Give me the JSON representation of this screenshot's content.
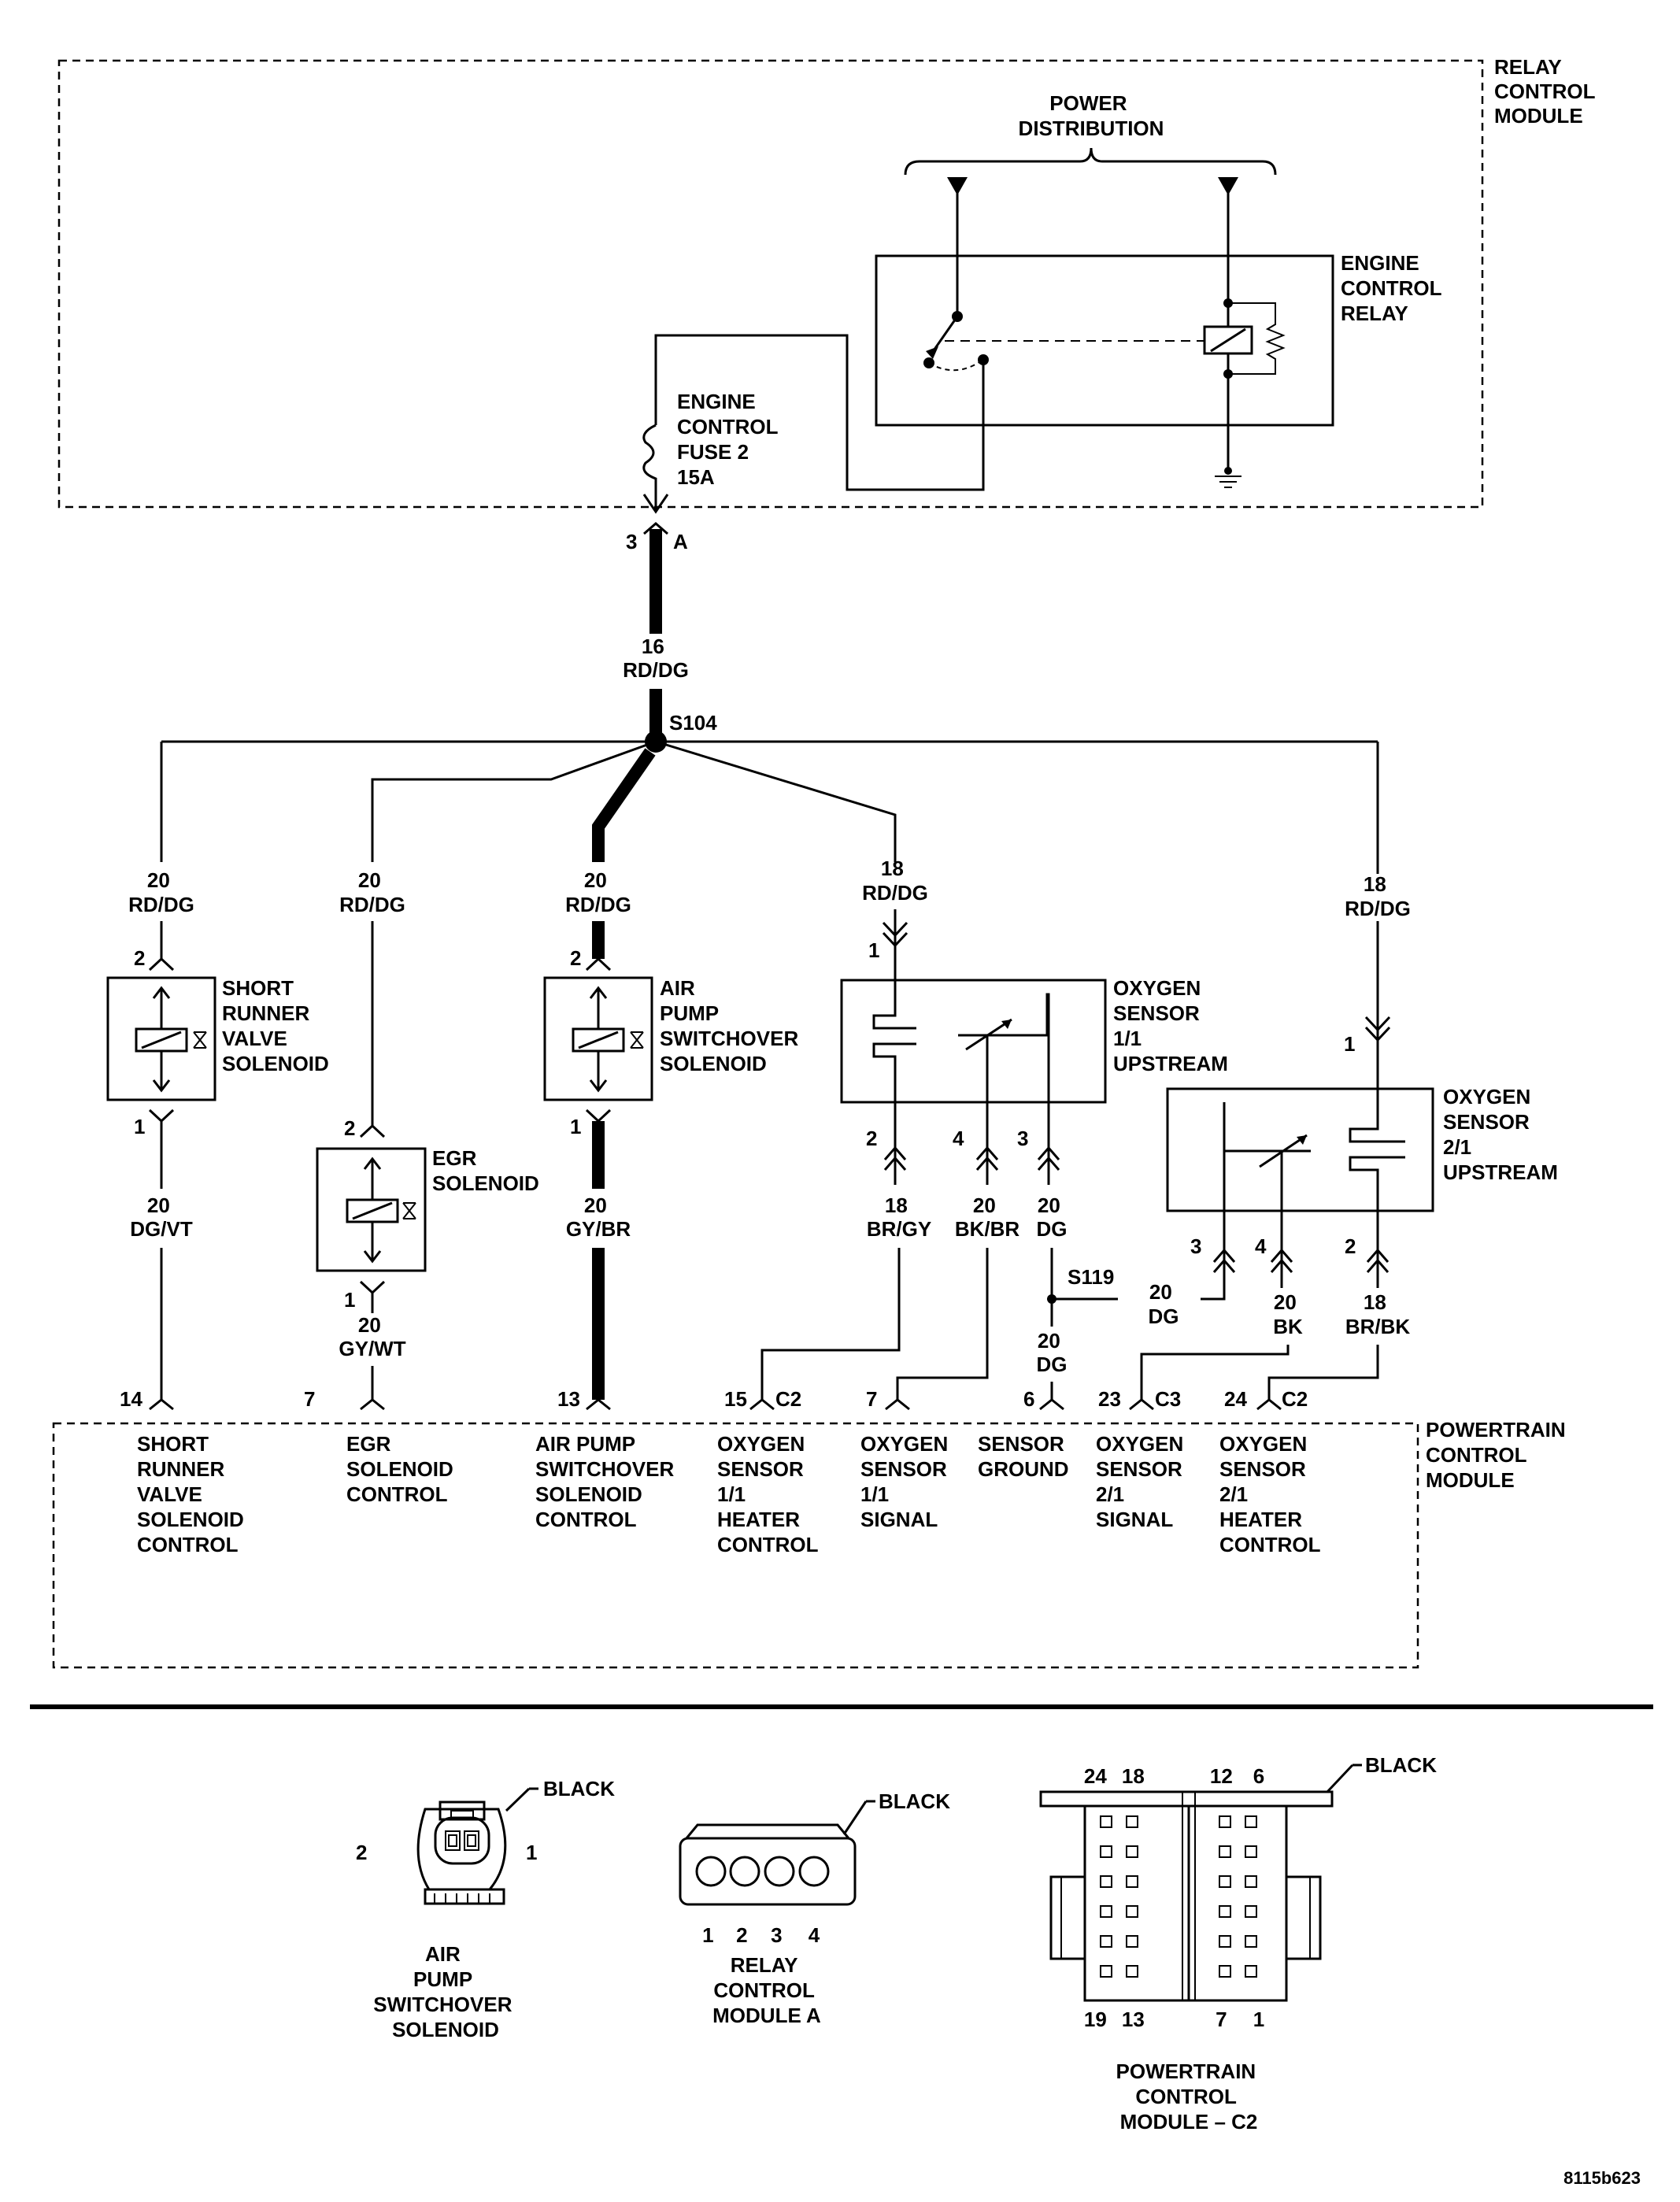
{
  "relay_control_module": {
    "label": [
      "RELAY",
      "CONTROL",
      "MODULE"
    ]
  },
  "power_distribution": {
    "label": [
      "POWER",
      "DISTRIBUTION"
    ]
  },
  "engine_control_relay": {
    "label": [
      "ENGINE",
      "CONTROL",
      "RELAY"
    ]
  },
  "fuse": {
    "label": [
      "ENGINE",
      "CONTROL",
      "FUSE 2",
      "15A"
    ],
    "pin": "3",
    "connector": "A"
  },
  "main_wire": {
    "gauge": "16",
    "color": "RD/DG"
  },
  "splices": {
    "s104": "S104",
    "s119": "S119"
  },
  "branches": {
    "short_runner": {
      "gauge": "20",
      "color": "RD/DG"
    },
    "egr": {
      "gauge": "20",
      "color": "RD/DG"
    },
    "air_pump": {
      "gauge": "20",
      "color": "RD/DG"
    },
    "o2_11": {
      "gauge": "18",
      "color": "RD/DG"
    },
    "o2_21": {
      "gauge": "18",
      "color": "RD/DG"
    }
  },
  "components": {
    "short_runner": {
      "label": [
        "SHORT",
        "RUNNER",
        "VALVE",
        "SOLENOID"
      ],
      "pin_top": "2",
      "pin_bottom": "1"
    },
    "egr": {
      "label": [
        "EGR",
        "SOLENOID"
      ],
      "pin_top": "2",
      "pin_bottom": "1"
    },
    "air_pump": {
      "label": [
        "AIR",
        "PUMP",
        "SWITCHOVER",
        "SOLENOID"
      ],
      "pin_top": "2",
      "pin_bottom": "1"
    },
    "o2_11": {
      "label": [
        "OXYGEN",
        "SENSOR",
        "1/1",
        "UPSTREAM"
      ],
      "pin_top": "1",
      "pins_bottom": [
        "2",
        "4",
        "3"
      ]
    },
    "o2_21": {
      "label": [
        "OXYGEN",
        "SENSOR",
        "2/1",
        "UPSTREAM"
      ],
      "pin_top": "1",
      "pins_bottom": [
        "3",
        "4",
        "2"
      ]
    }
  },
  "wires": {
    "short_runner_out": {
      "gauge": "20",
      "color": "DG/VT"
    },
    "egr_out": {
      "gauge": "20",
      "color": "GY/WT"
    },
    "air_pump_out": {
      "gauge": "20",
      "color": "GY/BR"
    },
    "o2_11_pin2": {
      "gauge": "18",
      "color": "BR/GY"
    },
    "o2_11_pin4": {
      "gauge": "20",
      "color": "BK/BR"
    },
    "o2_11_pin3": {
      "gauge": "20",
      "color": "DG"
    },
    "s119_out": {
      "gauge": "20",
      "color": "DG"
    },
    "s119_to_o2_21": {
      "gauge": "20",
      "color": "DG"
    },
    "o2_21_pin4": {
      "gauge": "20",
      "color": "BK"
    },
    "o2_21_pin2": {
      "gauge": "18",
      "color": "BR/BK"
    }
  },
  "pcm": {
    "label": [
      "POWERTRAIN",
      "CONTROL",
      "MODULE"
    ],
    "pins": [
      {
        "pin": "14",
        "connector": "",
        "label": [
          "SHORT",
          "RUNNER",
          "VALVE",
          "SOLENOID",
          "CONTROL"
        ]
      },
      {
        "pin": "7",
        "connector": "",
        "label": [
          "EGR",
          "SOLENOID",
          "CONTROL"
        ]
      },
      {
        "pin": "13",
        "connector": "",
        "label": [
          "AIR PUMP",
          "SWITCHOVER",
          "SOLENOID",
          "CONTROL"
        ]
      },
      {
        "pin": "15",
        "connector": "C2",
        "label": [
          "OXYGEN",
          "SENSOR",
          "1/1",
          "HEATER",
          "CONTROL"
        ]
      },
      {
        "pin": "7",
        "connector": "",
        "label": [
          "OXYGEN",
          "SENSOR",
          "1/1",
          "SIGNAL"
        ]
      },
      {
        "pin": "6",
        "connector": "",
        "label": [
          "SENSOR",
          "GROUND"
        ]
      },
      {
        "pin": "23",
        "connector": "C3",
        "label": [
          "OXYGEN",
          "SENSOR",
          "2/1",
          "SIGNAL"
        ]
      },
      {
        "pin": "24",
        "connector": "C2",
        "label": [
          "OXYGEN",
          "SENSOR",
          "2/1",
          "HEATER",
          "CONTROL"
        ]
      }
    ]
  },
  "connectors": {
    "air_pump_conn": {
      "color_label": "BLACK",
      "pin_left": "2",
      "pin_right": "1",
      "name": [
        "AIR",
        "PUMP",
        "SWITCHOVER",
        "SOLENOID"
      ]
    },
    "rcm_a": {
      "color_label": "BLACK",
      "pins": [
        "1",
        "2",
        "3",
        "4"
      ],
      "name": [
        "RELAY",
        "CONTROL",
        "MODULE A"
      ]
    },
    "pcm_c2": {
      "color_label": "BLACK",
      "top_pins": [
        "24",
        "18",
        "12",
        "6"
      ],
      "bottom_pins": [
        "19",
        "13",
        "7",
        "1"
      ],
      "name": [
        "POWERTRAIN",
        "CONTROL",
        "MODULE – C2"
      ]
    }
  },
  "figure_ref": "8115b623"
}
